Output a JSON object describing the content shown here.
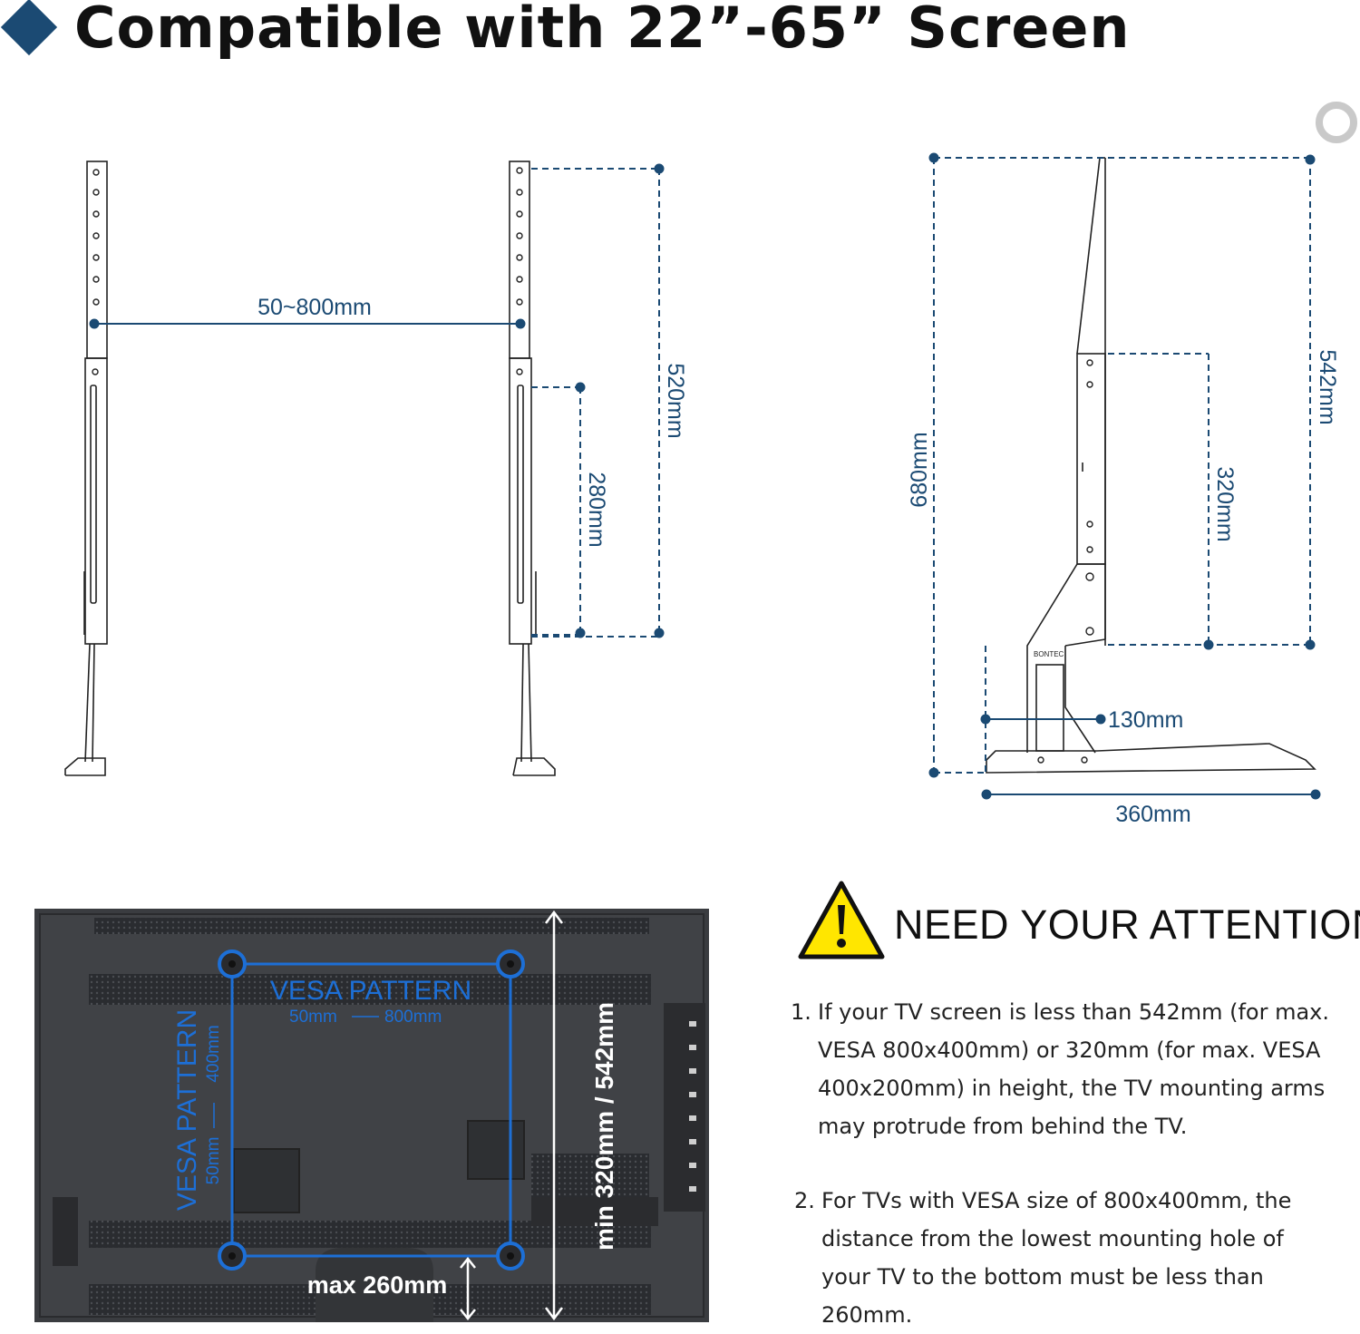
{
  "header": {
    "title": "Compatible with 22”-65” Screen"
  },
  "diagram": {
    "front": {
      "width": "50~800mm",
      "height_total": "520mm",
      "height_sub": "280mm"
    },
    "side": {
      "height_total": "680mm",
      "height_arm": "542mm",
      "height_sub": "320mm",
      "depth_foot": "130mm",
      "depth_base": "360mm",
      "brand": "BONTEC"
    }
  },
  "tv_back": {
    "vesa_h_label": "VESA PATTERN",
    "vesa_h_range_min": "50mm",
    "vesa_h_range_max": "800mm",
    "vesa_v_label": "VESA PATTERN",
    "vesa_v_range_min": "50mm",
    "vesa_v_range_max": "400mm",
    "height_label": "min 320mm / 542mm",
    "bottom_label": "max 260mm"
  },
  "attention": {
    "title": "NEED YOUR ATTENTION",
    "notes": [
      {
        "num": "1.",
        "lines": [
          "If your TV screen is less than 542mm (for max.",
          "VESA 800x400mm) or 320mm (for max. VESA",
          "400x200mm) in height, the TV mounting arms",
          "may protrude from behind the TV."
        ]
      },
      {
        "num": "2.",
        "lines": [
          "For TVs with VESA size of 800x400mm, the",
          "distance from the lowest mounting hole of",
          "your TV to the bottom must be less than",
          "260mm."
        ]
      }
    ]
  },
  "colors": {
    "accent": "#1b4a73",
    "warning": "#ffe600",
    "vesa_blue": "#1d6fd6"
  }
}
